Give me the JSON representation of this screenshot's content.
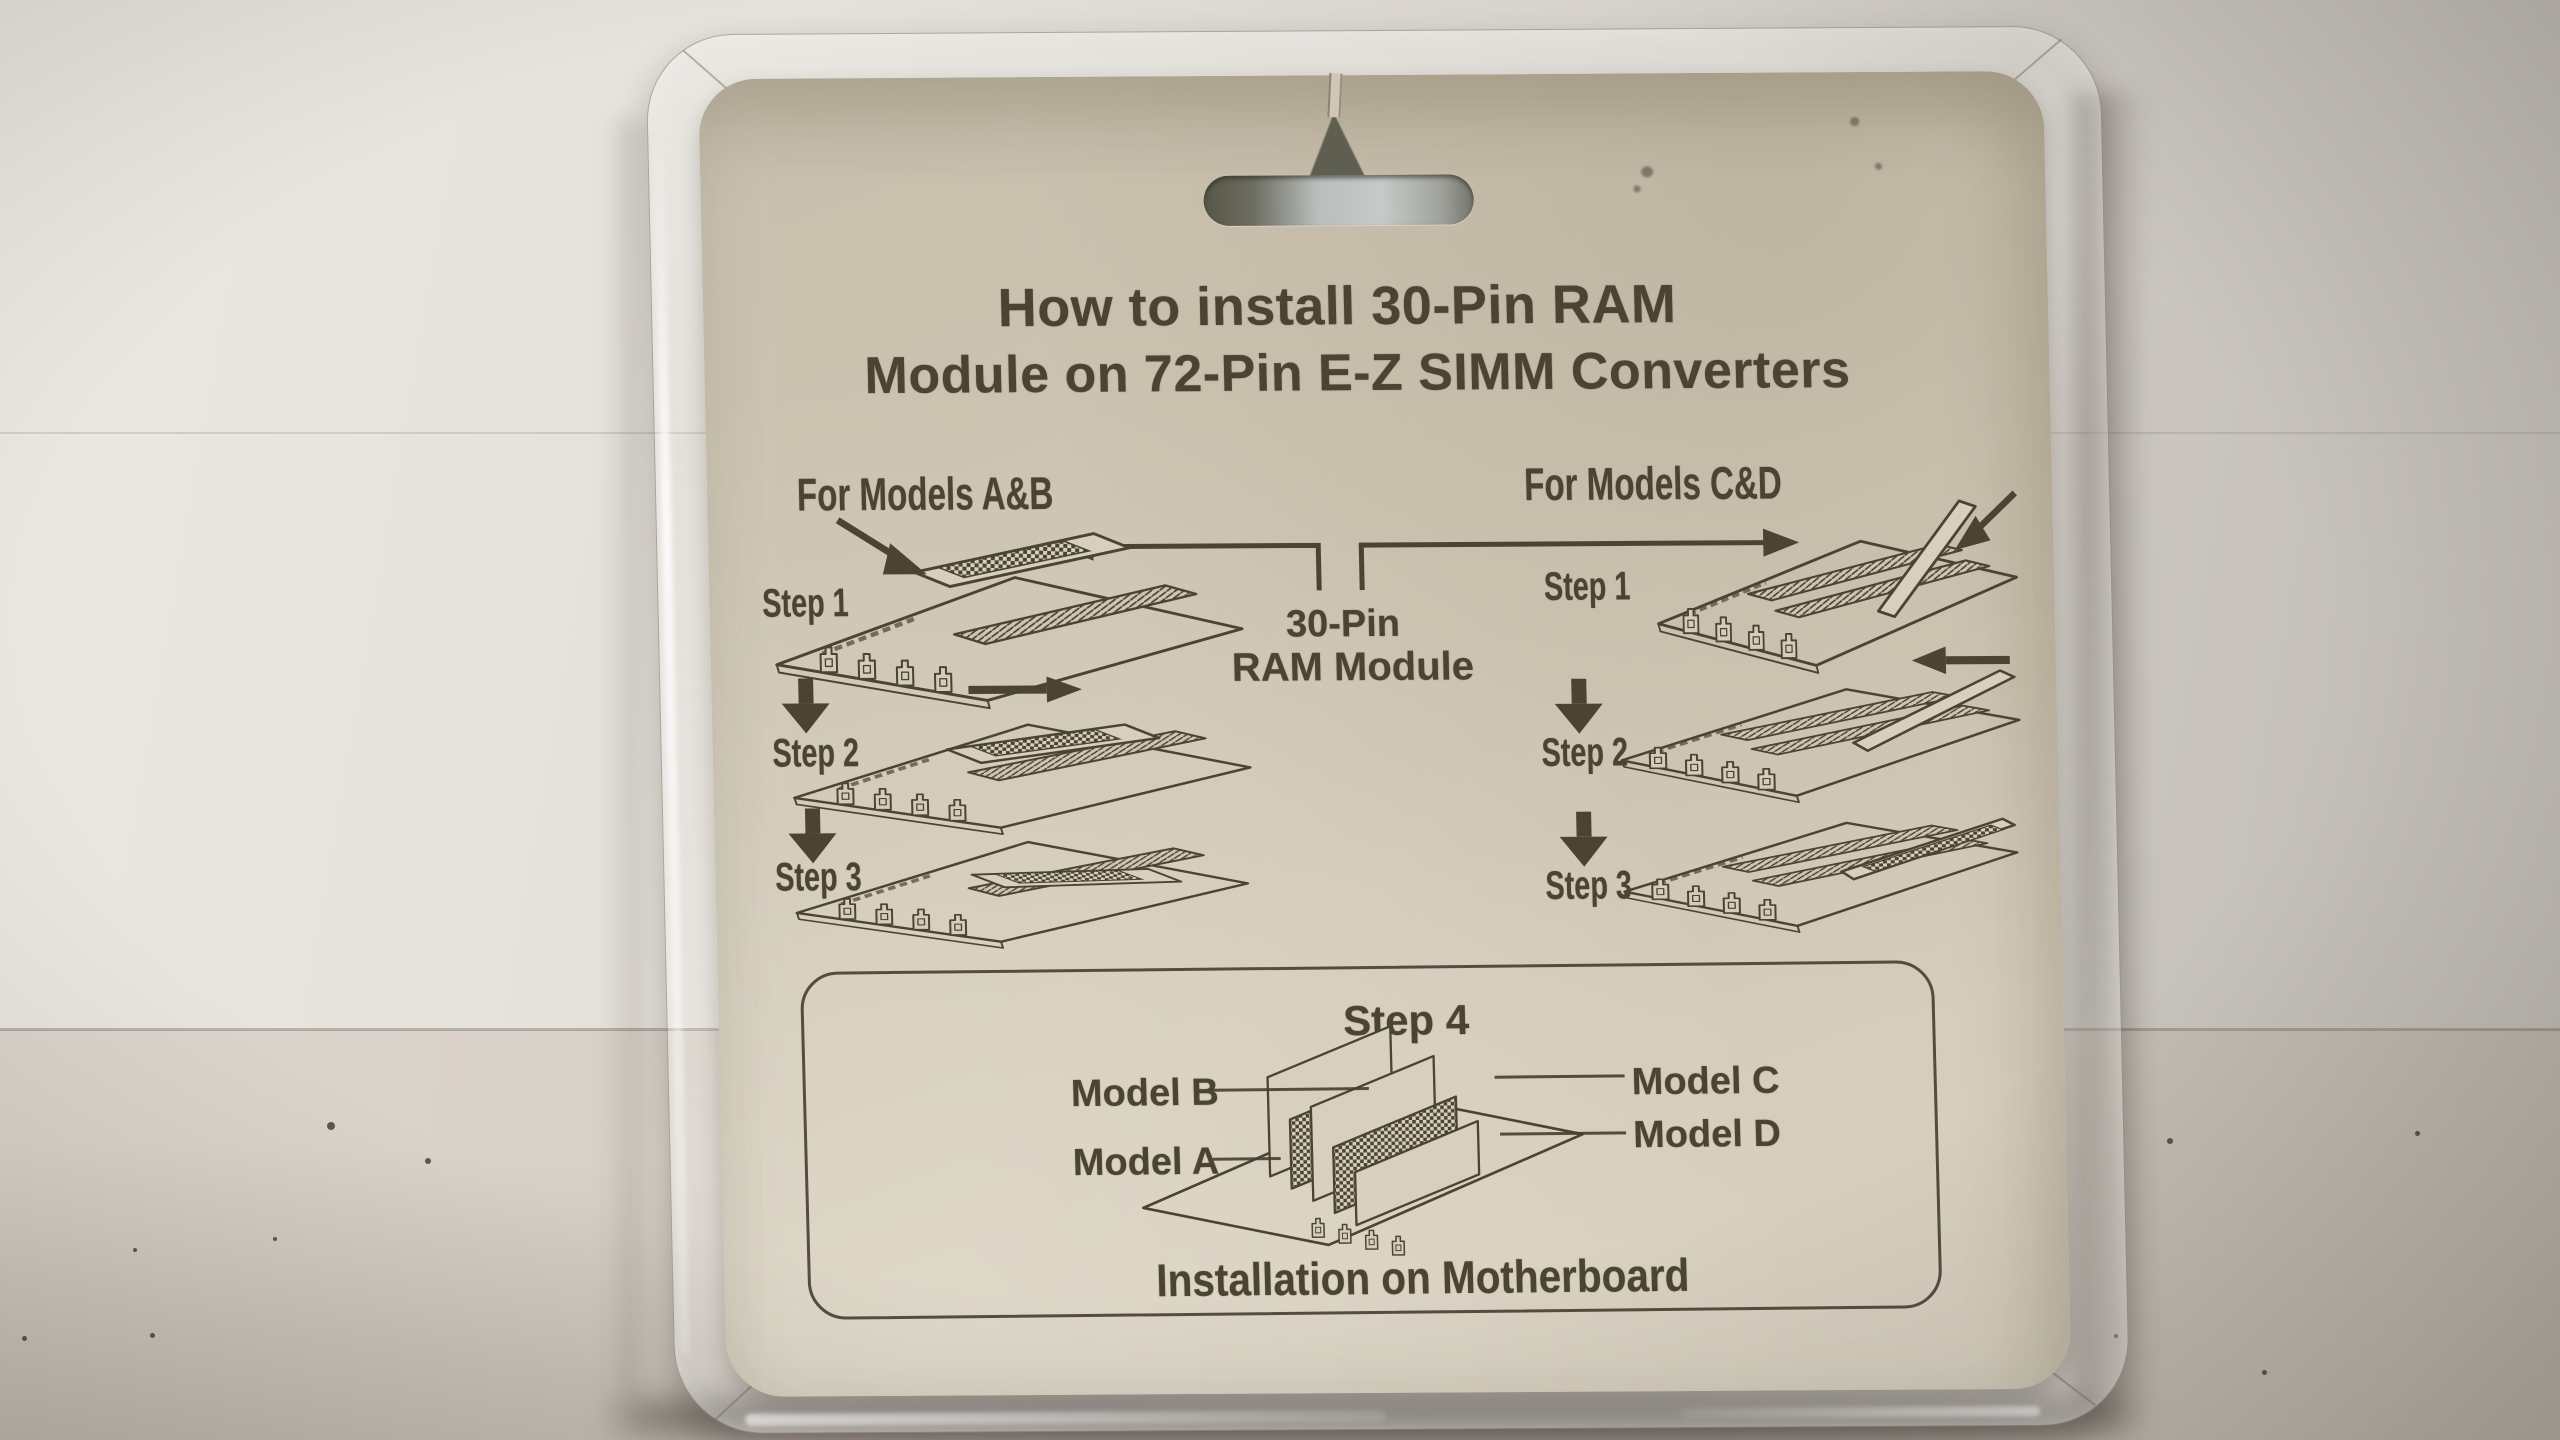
{
  "package": {
    "title": {
      "line1": "How to install 30-Pin RAM",
      "line2": "Module on 72-Pin E-Z SIMM Converters"
    },
    "sections": {
      "models_ab": {
        "heading": "For Models A&B",
        "steps": [
          "Step 1",
          "Step 2",
          "Step 3"
        ]
      },
      "models_cd": {
        "heading": "For Models C&D",
        "steps": [
          "Step 1",
          "Step 2",
          "Step 3"
        ]
      }
    },
    "module_label": {
      "line1": "30-Pin",
      "line2": "RAM Module"
    },
    "step4": {
      "heading": "Step 4",
      "models": {
        "b": "Model B",
        "a": "Model A",
        "c": "Model C",
        "d": "Model D"
      },
      "caption": "Installation on Motherboard"
    }
  },
  "icons": {
    "hang-hole-slot": "rounded slot cutout",
    "hang-tab-notch": "triangle die-cut notch",
    "flow-down-arrow": "solid down arrow between steps",
    "insert-arrow-diagonal": "diagonal insertion arrow",
    "slide-arrow-right": "solid right arrow",
    "slide-arrow-left": "solid left arrow",
    "bracket-arrow-left": "leader arrow pointing left",
    "bracket-arrow-right": "leader arrow pointing right"
  },
  "colors": {
    "card": "#cfc6b3",
    "card_dark": "#bdb3a0",
    "card_light": "#dad2c2",
    "ink": "#4b4434",
    "wall_light": "#ece8e3",
    "wall_dark": "#bfbab4",
    "table_light": "#ddd6ce",
    "table_dark": "#b9b2a8",
    "plastic_highlight": "#f6f4ef",
    "hole_dark": "#5e5f50",
    "hole_light": "#c6cac8",
    "shadow": "#322d26"
  }
}
